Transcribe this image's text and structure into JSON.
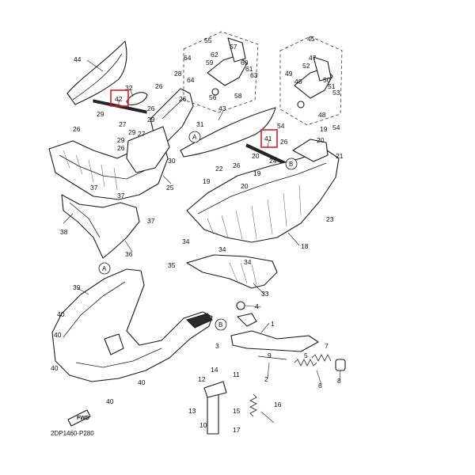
{
  "figure_code": "2DP1460-P280",
  "fwd_label": "FWD",
  "reference_marks": [
    "A",
    "B"
  ],
  "highlight_color": "#e11b22",
  "highlighted_parts": [
    "42",
    "41"
  ],
  "callouts": {
    "p1": "1",
    "p2": "2",
    "p3": "3",
    "p4": "4",
    "p5": "5",
    "p6": "6",
    "p7": "7",
    "p8": "8",
    "p9": "9",
    "p10": "10",
    "p11": "11",
    "p12": "12",
    "p13": "13",
    "p14": "14",
    "p15": "15",
    "p16": "16",
    "p17": "17",
    "p18": "18",
    "p19": "19",
    "p20": "20",
    "p21": "21",
    "p22": "22",
    "p23": "23",
    "p24": "24",
    "p25": "25",
    "p26": "26",
    "p27": "27",
    "p28": "28",
    "p29": "29",
    "p30": "30",
    "p31": "31",
    "p32": "32",
    "p33": "33",
    "p34": "34",
    "p35": "35",
    "p36": "36",
    "p37": "37",
    "p38": "38",
    "p39": "39",
    "p40": "40",
    "p41": "41",
    "p42": "42",
    "p43": "43",
    "p44": "44",
    "p45": "45",
    "p46": "46",
    "p47": "47",
    "p48": "48",
    "p49": "49",
    "p50": "50",
    "p51": "51",
    "p52": "52",
    "p53": "53",
    "p54": "54",
    "p55": "55",
    "p56": "56",
    "p57": "57",
    "p58": "58",
    "p59": "59",
    "p60": "60",
    "p61": "61",
    "p62": "62",
    "p63": "63",
    "p64": "64"
  }
}
